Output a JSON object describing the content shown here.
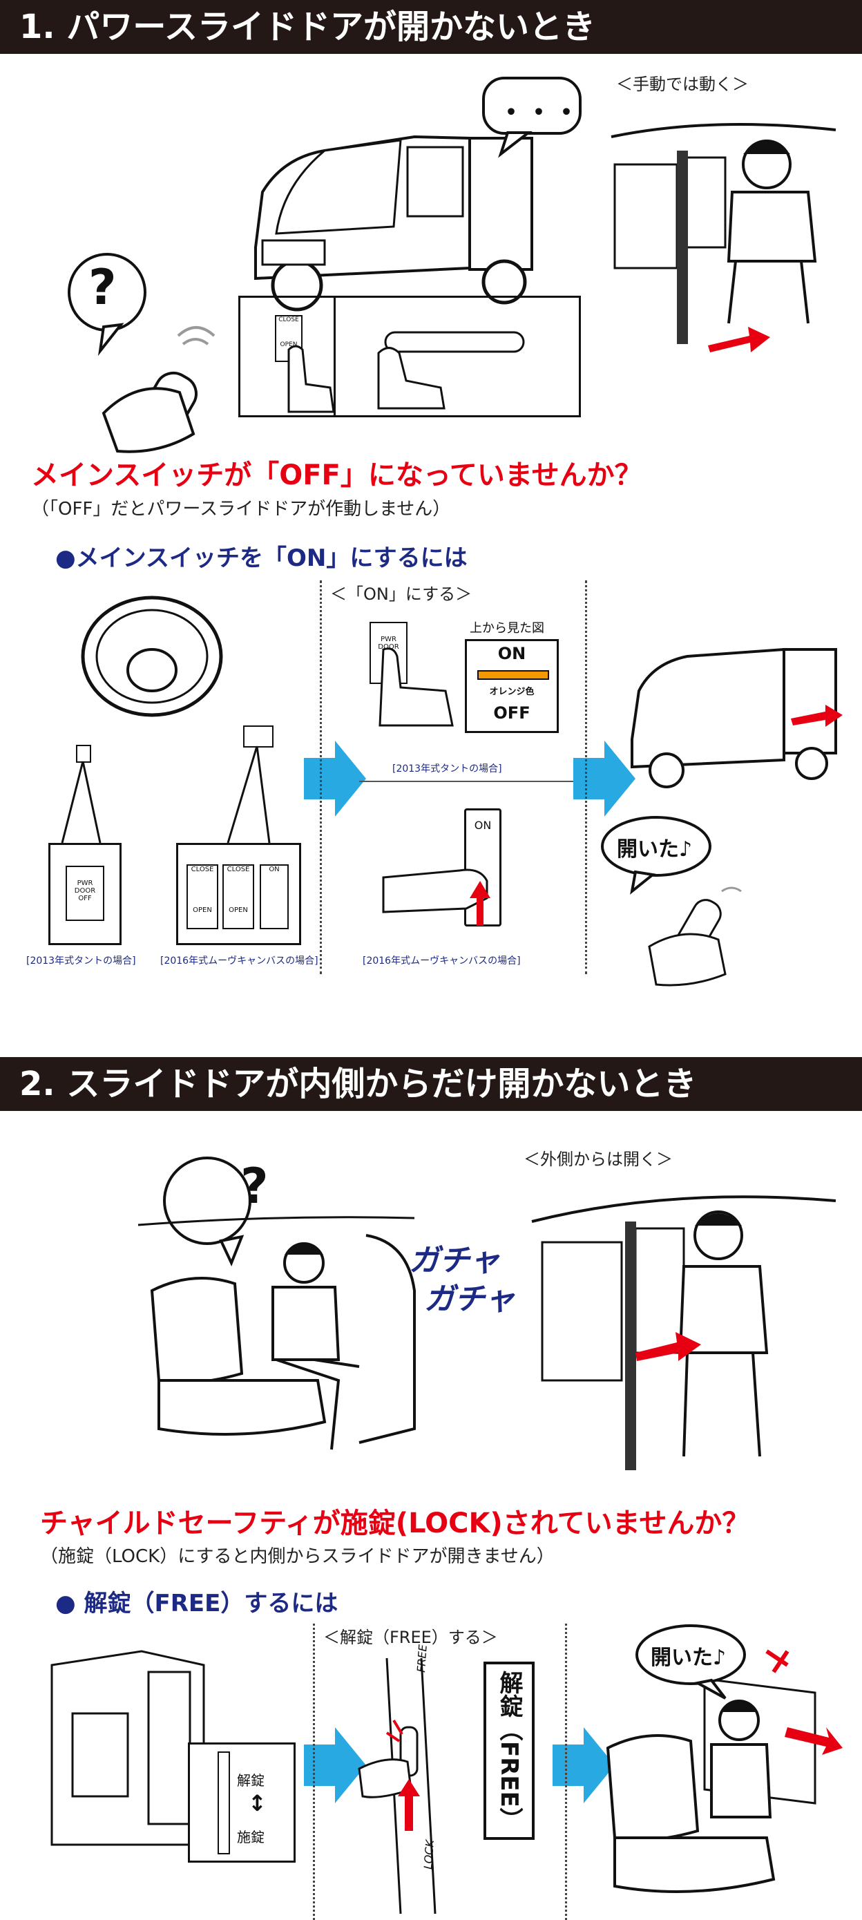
{
  "section1": {
    "header": "1. パワースライドドアが開かないとき",
    "manual_caption": "＜手動では動く＞",
    "bubble_dots": "・・・",
    "question_mark": "?",
    "close_label": "CLOSE",
    "open_label": "OPEN",
    "question_title": "メインスイッチが「OFF」になっていませんか？",
    "question_sub": "（「OFF」だとパワースライドドアが作動しません）",
    "howto_title": "●メインスイッチを「ON」にするには",
    "on_step_caption": "＜「ON」にする＞",
    "view_from_top": "上から見た図",
    "on_label": "ON",
    "orange_label": "オレンジ色",
    "off_label": "OFF",
    "pwr_door_off": "PWR DOOR OFF",
    "tanto_2013": "[2013年式タントの場合]",
    "movecanbus_2016": "[2016年式ムーヴキャンバスの場合]",
    "opened": "開いた♪"
  },
  "section2": {
    "header": "2. スライドドアが内側からだけ開かないとき",
    "outside_caption": "＜外側からは開く＞",
    "question_mark": "?",
    "gacha1": "ガチャ",
    "gacha2": "ガチャ",
    "question_title": "チャイルドセーフティが施錠(LOCK)されていませんか？",
    "question_sub": "（施錠（LOCK）にすると内側からスライドドアが開きません）",
    "howto_title": "● 解錠（FREE）するには",
    "free_step_caption": "＜解錠（FREE）する＞",
    "unlock_label": "解錠",
    "lock_label": "施錠",
    "free_label": "FREE",
    "lock_en": "LOCK",
    "big_label": "解錠（FREE）",
    "opened": "開いた♪"
  },
  "colors": {
    "header_bg": "#231815",
    "accent_red": "#e60012",
    "accent_blue": "#1d2a85",
    "arrow_cyan": "#29a9e1",
    "switch_orange": "#f39800"
  }
}
